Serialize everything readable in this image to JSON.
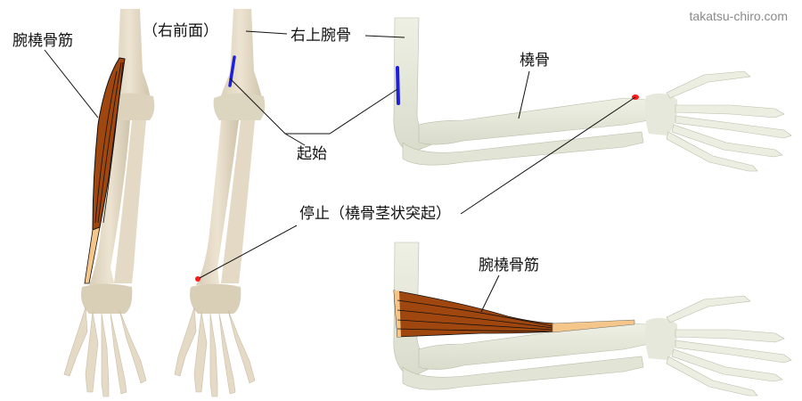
{
  "watermark": "takatsu-chiro.com",
  "labels": {
    "muscle_left": "腕橈骨筋",
    "view": "（右前面）",
    "humerus": "右上腕骨",
    "origin": "起始",
    "radius": "橈骨",
    "insertion": "停止（橈骨茎状突起）",
    "muscle_right": "腕橈骨筋"
  },
  "colors": {
    "bone": "#e6dcc8",
    "bone_shadow": "#c9bda5",
    "bone_lateral": "#e4e6d8",
    "muscle": "#a0470f",
    "tendon": "#f5c68a",
    "origin_marker": "#1f1fe0",
    "insertion_marker": "#ff1a1a",
    "leader": "#111111",
    "watermark": "#8a8a8a"
  }
}
